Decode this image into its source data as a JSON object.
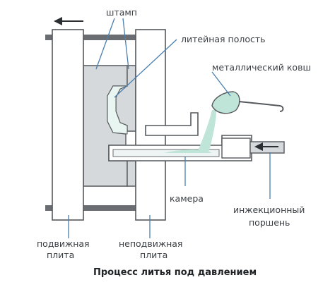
{
  "diagram": {
    "caption": "Процесс литья под давлением",
    "labels": {
      "stamp": "штамп",
      "cavity": "литейная полость",
      "ladle": "металлический ковш",
      "chamber": "камера",
      "piston_line1": "инжекционный",
      "piston_line2": "поршень",
      "moving_plate_line1": "подвижная",
      "moving_plate_line2": "плита",
      "fixed_plate_line1": "неподвижная",
      "fixed_plate_line2": "плита"
    },
    "colors": {
      "outline": "#55595d",
      "plate_fill": "#ffffff",
      "die_fill": "#d6d9db",
      "dark_bar": "#6a6e72",
      "metal": "#bfe5d9",
      "pointer": "#4a7fb0",
      "text": "#3a3f44"
    },
    "icons": [
      "arrow-left-icon",
      "arrow-left-icon"
    ]
  }
}
